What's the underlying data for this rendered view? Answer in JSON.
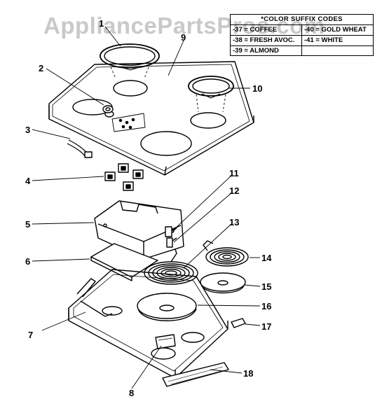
{
  "watermark": "AppliancePartsPros.com",
  "color_codes": {
    "title": "*COLOR SUFFIX CODES",
    "rows": [
      [
        "-37 = COFFEE",
        "-40 = GOLD WHEAT"
      ],
      [
        "-38 = FRESH AVOC.",
        "-41 = WHITE"
      ],
      [
        "-39 = ALMOND",
        ""
      ]
    ]
  },
  "callouts": [
    "1",
    "2",
    "3",
    "4",
    "5",
    "6",
    "7",
    "8",
    "9",
    "10",
    "11",
    "12",
    "13",
    "14",
    "15",
    "16",
    "17",
    "18"
  ]
}
